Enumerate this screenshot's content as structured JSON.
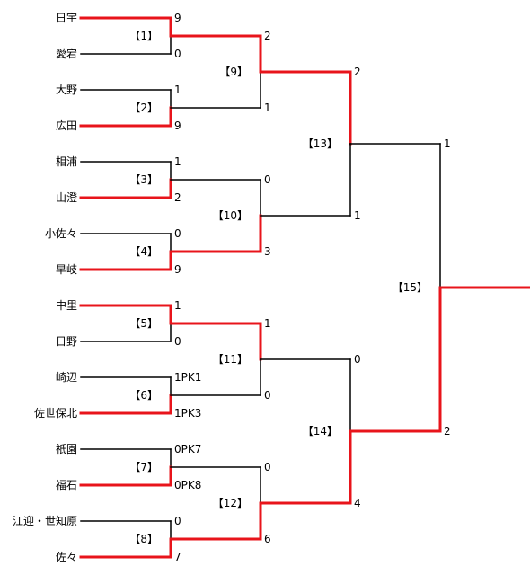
{
  "colors": {
    "winner": "#e8141b",
    "loser": "#000000",
    "background": "#ffffff"
  },
  "teams": [
    "日宇",
    "愛宕",
    "大野",
    "広田",
    "相浦",
    "山澄",
    "小佐々",
    "早岐",
    "中里",
    "日野",
    "崎辺",
    "佐世保北",
    "祇園",
    "福石",
    "江迎・世知原",
    "佐々"
  ],
  "matches": [
    {
      "label": "【1】",
      "top_score": "9",
      "bottom_score": "0",
      "winner": "top"
    },
    {
      "label": "【2】",
      "top_score": "1",
      "bottom_score": "9",
      "winner": "bottom"
    },
    {
      "label": "【3】",
      "top_score": "1",
      "bottom_score": "2",
      "winner": "bottom"
    },
    {
      "label": "【4】",
      "top_score": "0",
      "bottom_score": "9",
      "winner": "bottom"
    },
    {
      "label": "【5】",
      "top_score": "1",
      "bottom_score": "0",
      "winner": "top"
    },
    {
      "label": "【6】",
      "top_score": "1PK1",
      "bottom_score": "1PK3",
      "winner": "bottom"
    },
    {
      "label": "【7】",
      "top_score": "0PK7",
      "bottom_score": "0PK8",
      "winner": "bottom"
    },
    {
      "label": "【8】",
      "top_score": "0",
      "bottom_score": "7",
      "winner": "bottom"
    },
    {
      "label": "【9】",
      "top_score": "2",
      "bottom_score": "1",
      "winner": "top"
    },
    {
      "label": "【10】",
      "top_score": "0",
      "bottom_score": "3",
      "winner": "bottom"
    },
    {
      "label": "【11】",
      "top_score": "1",
      "bottom_score": "0",
      "winner": "top"
    },
    {
      "label": "【12】",
      "top_score": "0",
      "bottom_score": "6",
      "winner": "bottom"
    },
    {
      "label": "【13】",
      "top_score": "2",
      "bottom_score": "1",
      "winner": "top"
    },
    {
      "label": "【14】",
      "top_score": "0",
      "bottom_score": "4",
      "winner": "bottom"
    },
    {
      "label": "【15】",
      "top_score": "1",
      "bottom_score": "2",
      "winner": "bottom"
    }
  ]
}
